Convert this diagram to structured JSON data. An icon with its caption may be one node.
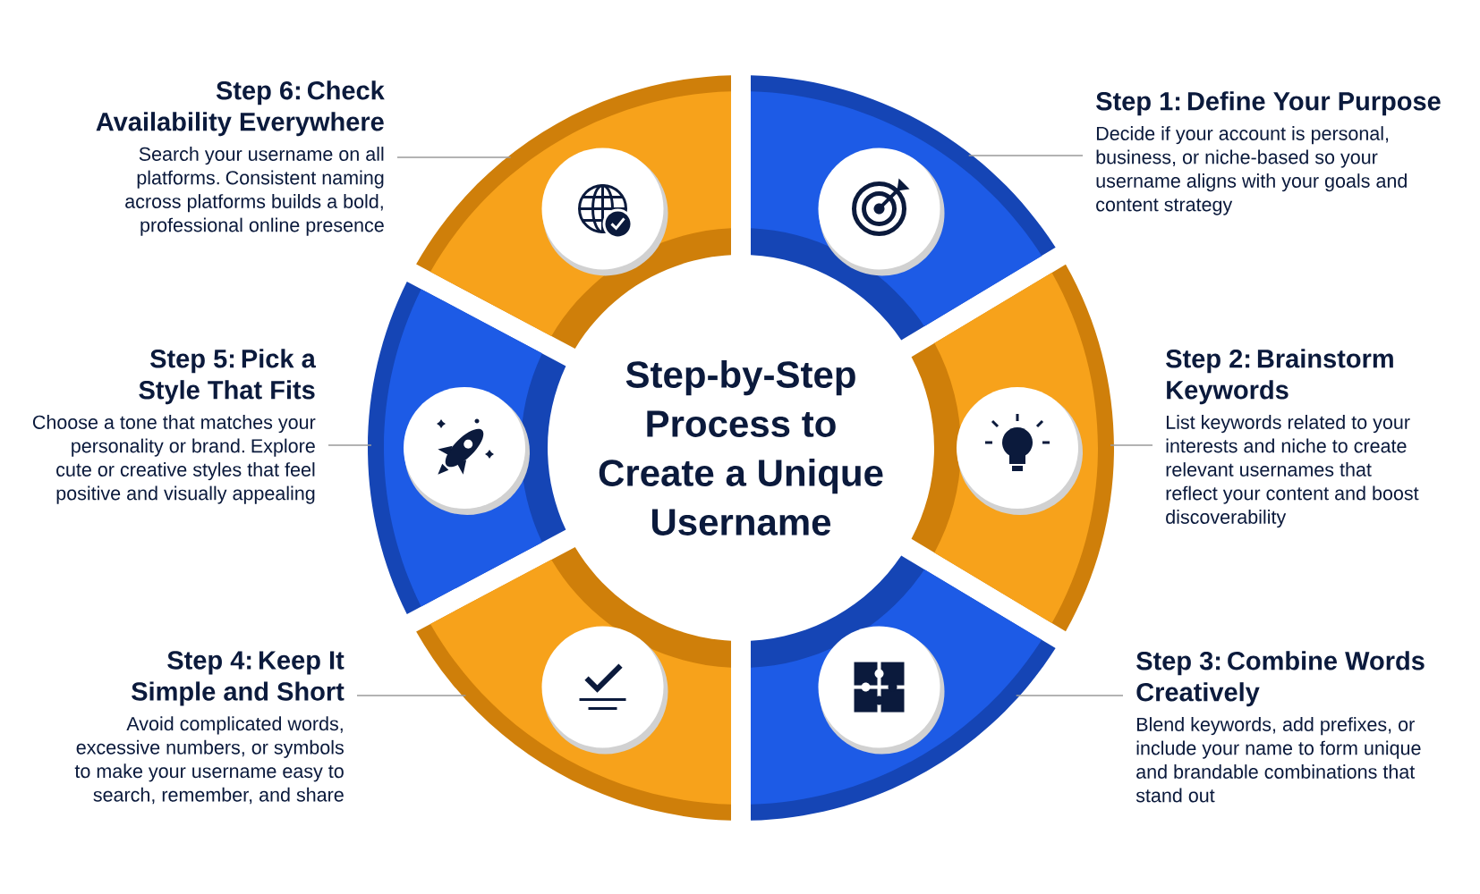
{
  "diagram": {
    "title": "Step-by-Step Process to Create a Unique Username",
    "nodes": [
      {
        "text": [
          "Step 6: Check Availability Everywhere",
          "Search your username on all platforms. Consistent naming across platforms builds a bold, professional online presence"
        ]
      },
      {
        "text": [],
        "shape": "arc"
      },
      {
        "text": [
          "Step 1: Define Your Purpose",
          "Decide if your account is personal, business, or niche-based so your username aligns with your goals and content strategy"
        ]
      },
      {
        "text": [],
        "shape": "arc"
      },
      {
        "text": [
          "Step 5: Pick a Style That Fits",
          "Choose a tone that matches your personality or brand. Explore cute or creative styles that feel positive and visually appealing"
        ]
      },
      {
        "text": [],
        "shape": "arc"
      },
      {
        "text": [
          "Step 2: Brainstorm Keywords",
          "List keywords related to your interests and niche to create relevant usernames that reflect your content and boost discoverability"
        ]
      },
      {
        "text": [],
        "shape": "arc"
      },
      {
        "text": [
          "Step 4: Keep It Simple and Short",
          "Avoid complicated words, excessive numbers, or symbols to make your username easy to search, remember, and share"
        ]
      },
      {
        "text": [],
        "shape": "arc"
      },
      {
        "text": [
          "Step 3: Combine Words Creatively",
          "Blend keywords, add prefixes, or include your name to form unique and brandable combinations that stand out"
        ]
      },
      {
        "text": [],
        "shape": "arc"
      }
    ],
    "edges": [
      {
        "from": 0,
        "to": 1,
        "arrow": "none"
      },
      {
        "from": 2,
        "to": 3,
        "arrow": "none"
      },
      {
        "from": 4,
        "to": 5,
        "arrow": "none"
      },
      {
        "from": 6,
        "to": 7,
        "arrow": "none"
      },
      {
        "from": 8,
        "to": 9,
        "arrow": "none"
      },
      {
        "from": 10,
        "to": 11,
        "arrow": "none"
      }
    ]
  }
}
